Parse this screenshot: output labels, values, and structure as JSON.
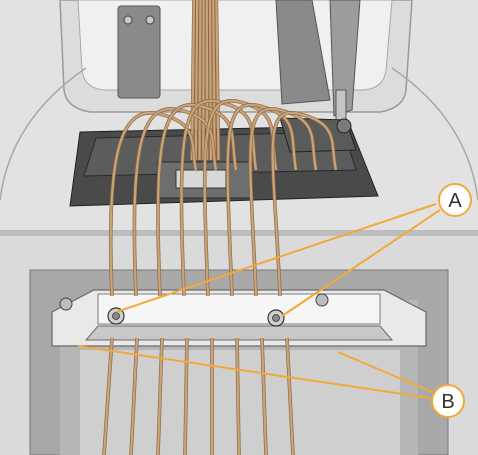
{
  "figure": {
    "callouts": [
      {
        "id": "A",
        "label": "A",
        "describes": "thumbscrews"
      },
      {
        "id": "B",
        "label": "B",
        "describes": "manifold edges"
      }
    ]
  },
  "colors": {
    "housing_light": "#e4e4e4",
    "housing_mid": "#c9c9c9",
    "housing_dark": "#8e8e8e",
    "deck_dark": "#444444",
    "tubing": "#c9a47a",
    "tubing_dark": "#8e6a44",
    "callout_line": "#f3a93a",
    "callout_text": "#333333"
  },
  "icons": {
    "thumbscrew": "thumbscrew-icon",
    "housing_screw": "screw-icon"
  }
}
